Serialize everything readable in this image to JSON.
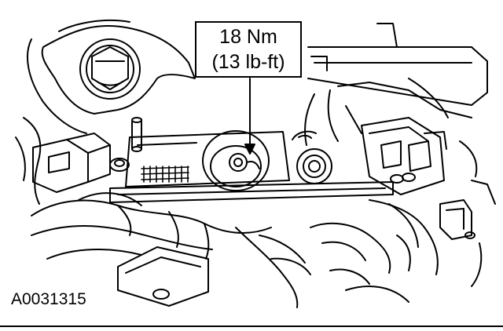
{
  "callout": {
    "metric": "18 Nm",
    "imperial": "(13 lb-ft)"
  },
  "figure_id": "A0031315"
}
